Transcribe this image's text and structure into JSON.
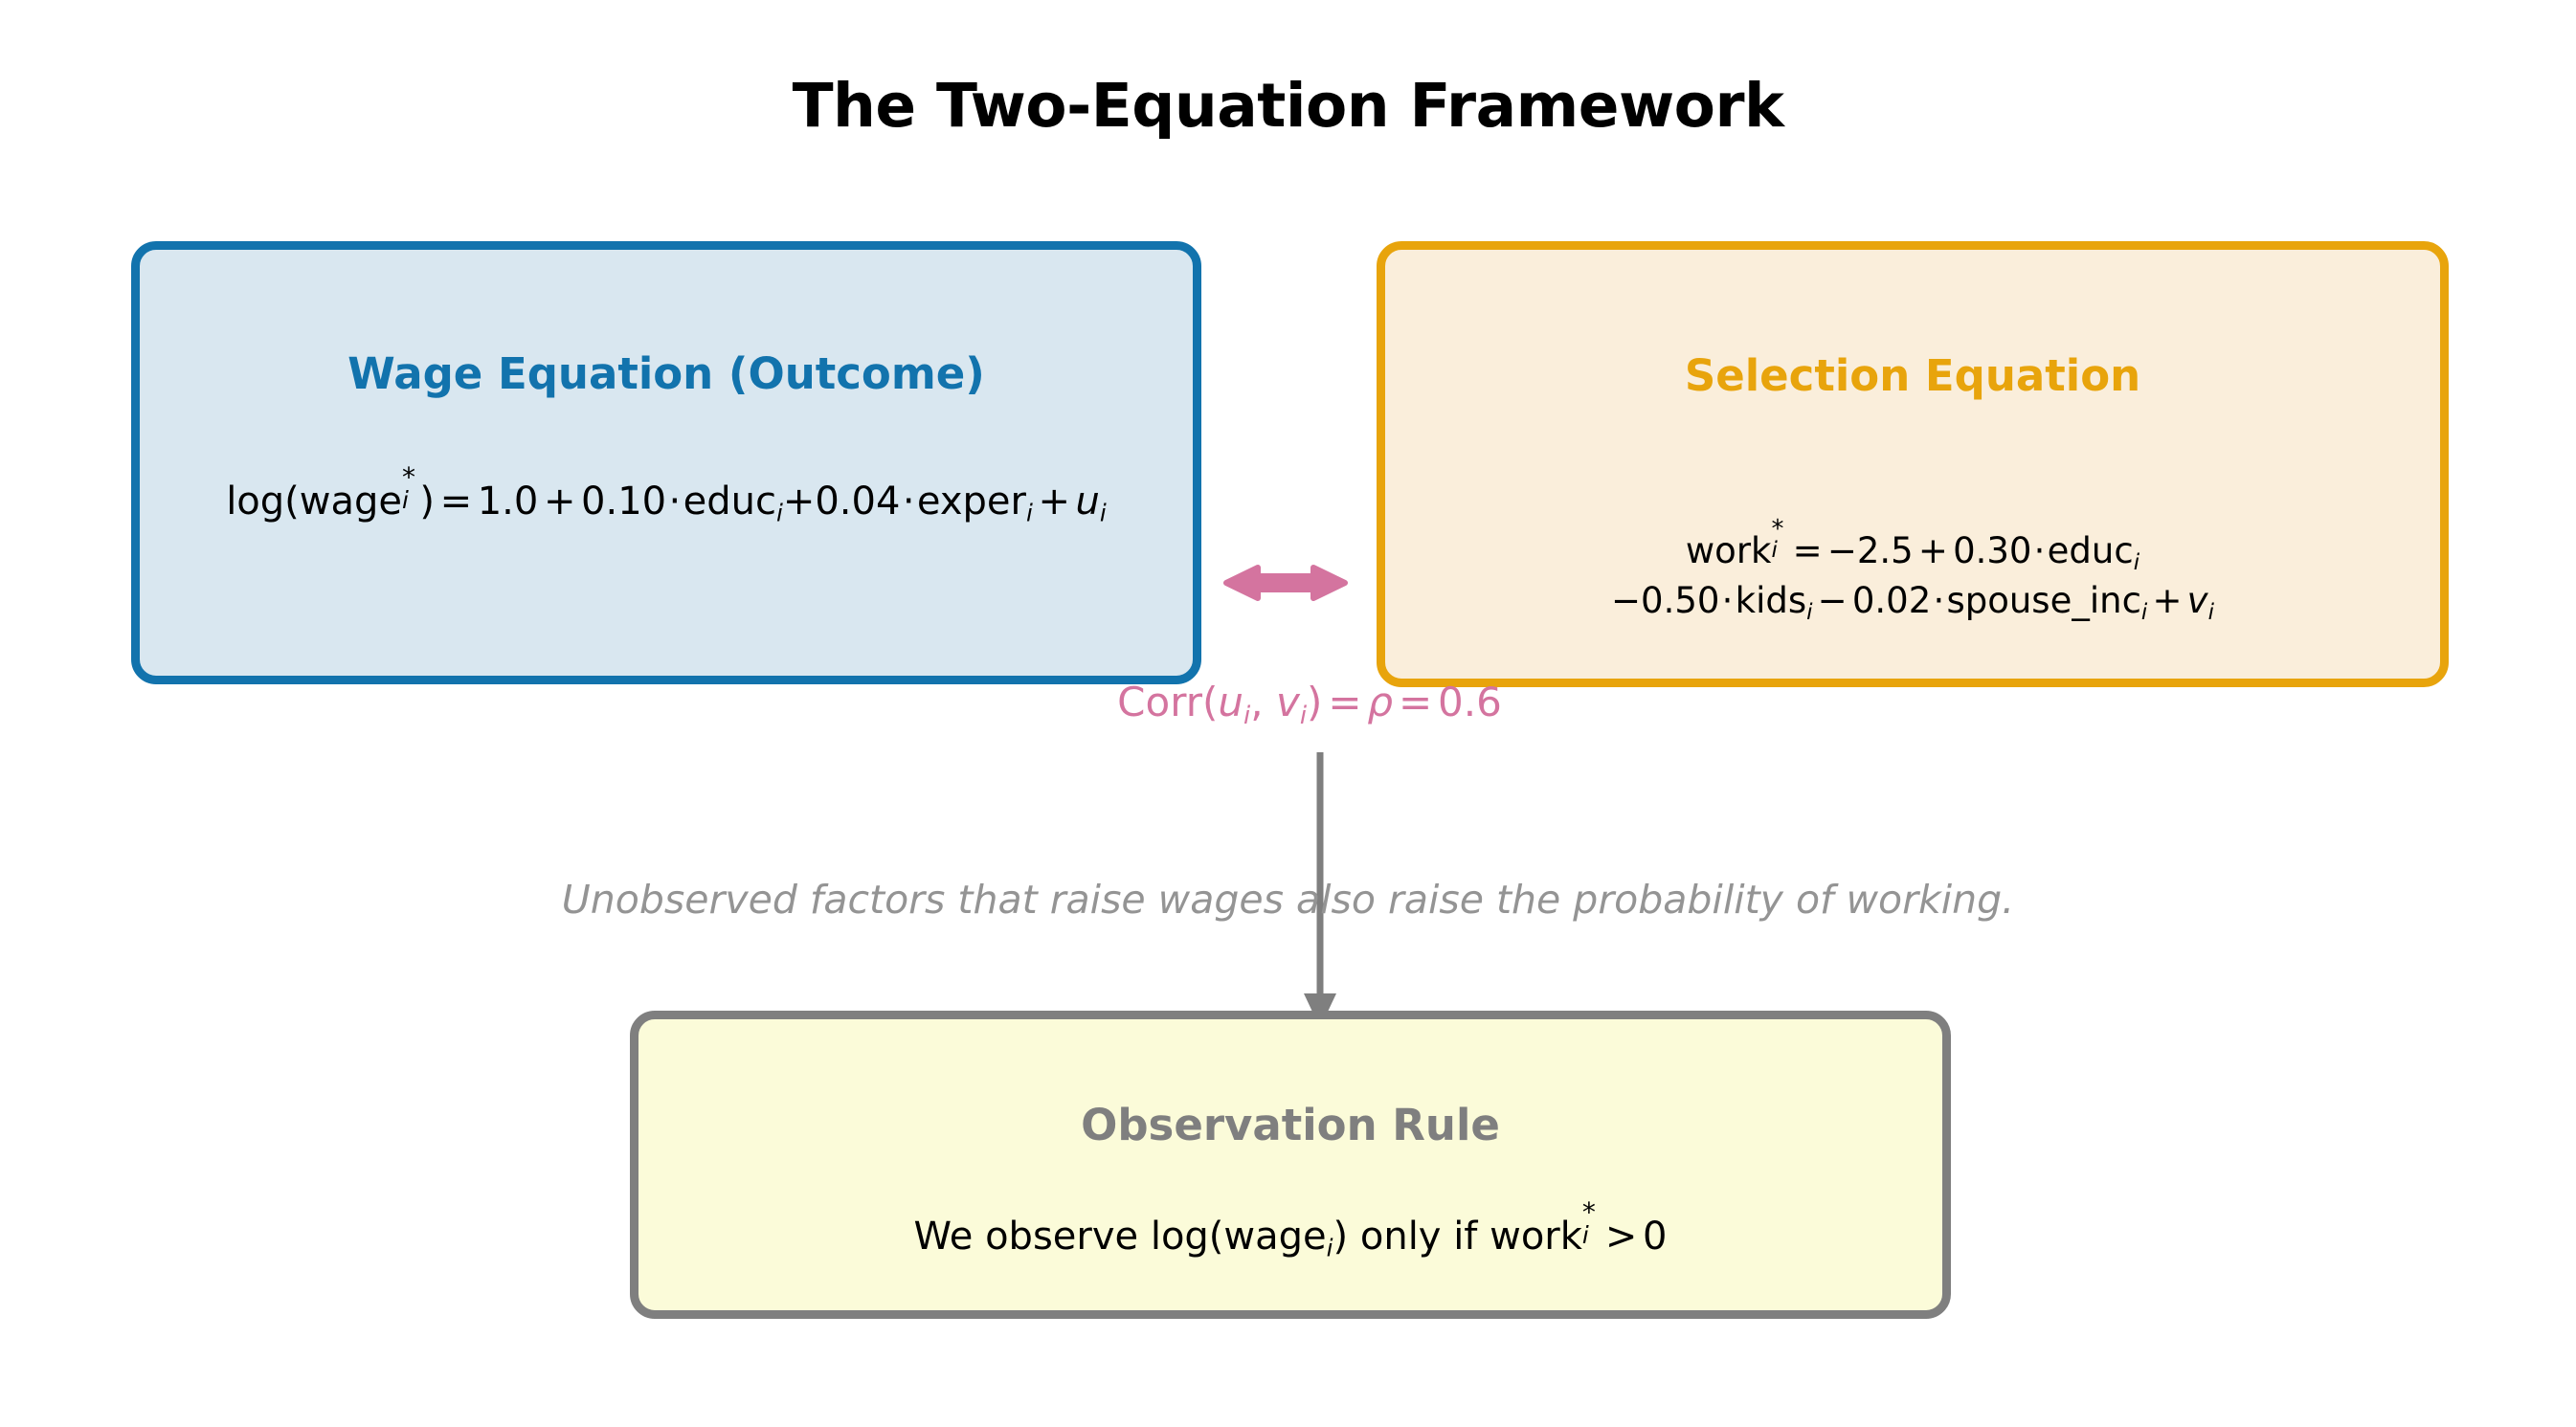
{
  "title": "The Two-Equation Framework",
  "colors": {
    "blue_border": "#1273ad",
    "blue_fill": "#d9e7f0",
    "orange_border": "#e8a40c",
    "orange_fill": "#faeedb",
    "yellow_border": "#7f7f7f",
    "yellow_fill": "#fbfbd9",
    "pink_accent": "#d4749f",
    "gray_text": "#949494"
  },
  "wage_box": {
    "heading": "Wage Equation (Outcome)",
    "formula_plain": "log(wage_i*) = 1.0 + 0.10 · educ_i + 0.04 · exper_i + u_i",
    "lhs_fn": "log(",
    "lhs_var": "wage",
    "lhs_sub": "i",
    "lhs_sup": "*",
    "lhs_close": ")",
    "equals": "=",
    "intercept": "1.0",
    "plus1": "+",
    "coef_educ": "0.10",
    "dot1": "·",
    "var_educ": "educ",
    "sub_educ": "i",
    "plus2": "+",
    "coef_exper": "0.04",
    "dot2": "·",
    "var_exper": "exper",
    "sub_exper": "i",
    "plus3": "+",
    "error": "u",
    "error_sub": "i"
  },
  "selection_box": {
    "heading": "Selection Equation",
    "formula_plain_line1": "work_i* = −2.5 + 0.30 · educ_i",
    "formula_plain_line2": "−0.50 · kids_i − 0.02 · spouse_inc_i + v_i",
    "lhs_var": "work",
    "lhs_sub": "i",
    "lhs_sup": "*",
    "equals": "=",
    "intercept": "−2.5",
    "plus1": "+",
    "coef_educ": "0.30",
    "dot1": "·",
    "var_educ": "educ",
    "sub_educ": "i",
    "coef_kids": "−0.50",
    "dot2": "·",
    "var_kids": "kids",
    "sub_kids": "i",
    "minus2": "−",
    "coef_spouse": "0.02",
    "dot3": "·",
    "var_spouse": "spouse_inc",
    "sub_spouse": "i",
    "plus2": "+",
    "error": "v",
    "error_sub": "i"
  },
  "observation_box": {
    "heading": "Observation Rule",
    "formula_plain": "We observe log(wage_i) only if work_i* > 0",
    "prefix": "We observe log(",
    "var_wage": "wage",
    "sub_wage": "i",
    "mid": ") only if ",
    "var_work": "work",
    "sub_work": "i",
    "sup_work": "*",
    "gt": ">",
    "zero": "0"
  },
  "correlation": {
    "plain": "Corr(u_i, v_i) = ρ = 0.6",
    "fn": "Corr(",
    "var1": "u",
    "sub1": "i",
    "comma": ", ",
    "var2": "v",
    "sub2": "i",
    "close": ")",
    "equals1": "=",
    "rho": "ρ",
    "equals2": "=",
    "value": "0.6"
  },
  "note": "Unobserved factors that raise wages also raise the probability of working."
}
